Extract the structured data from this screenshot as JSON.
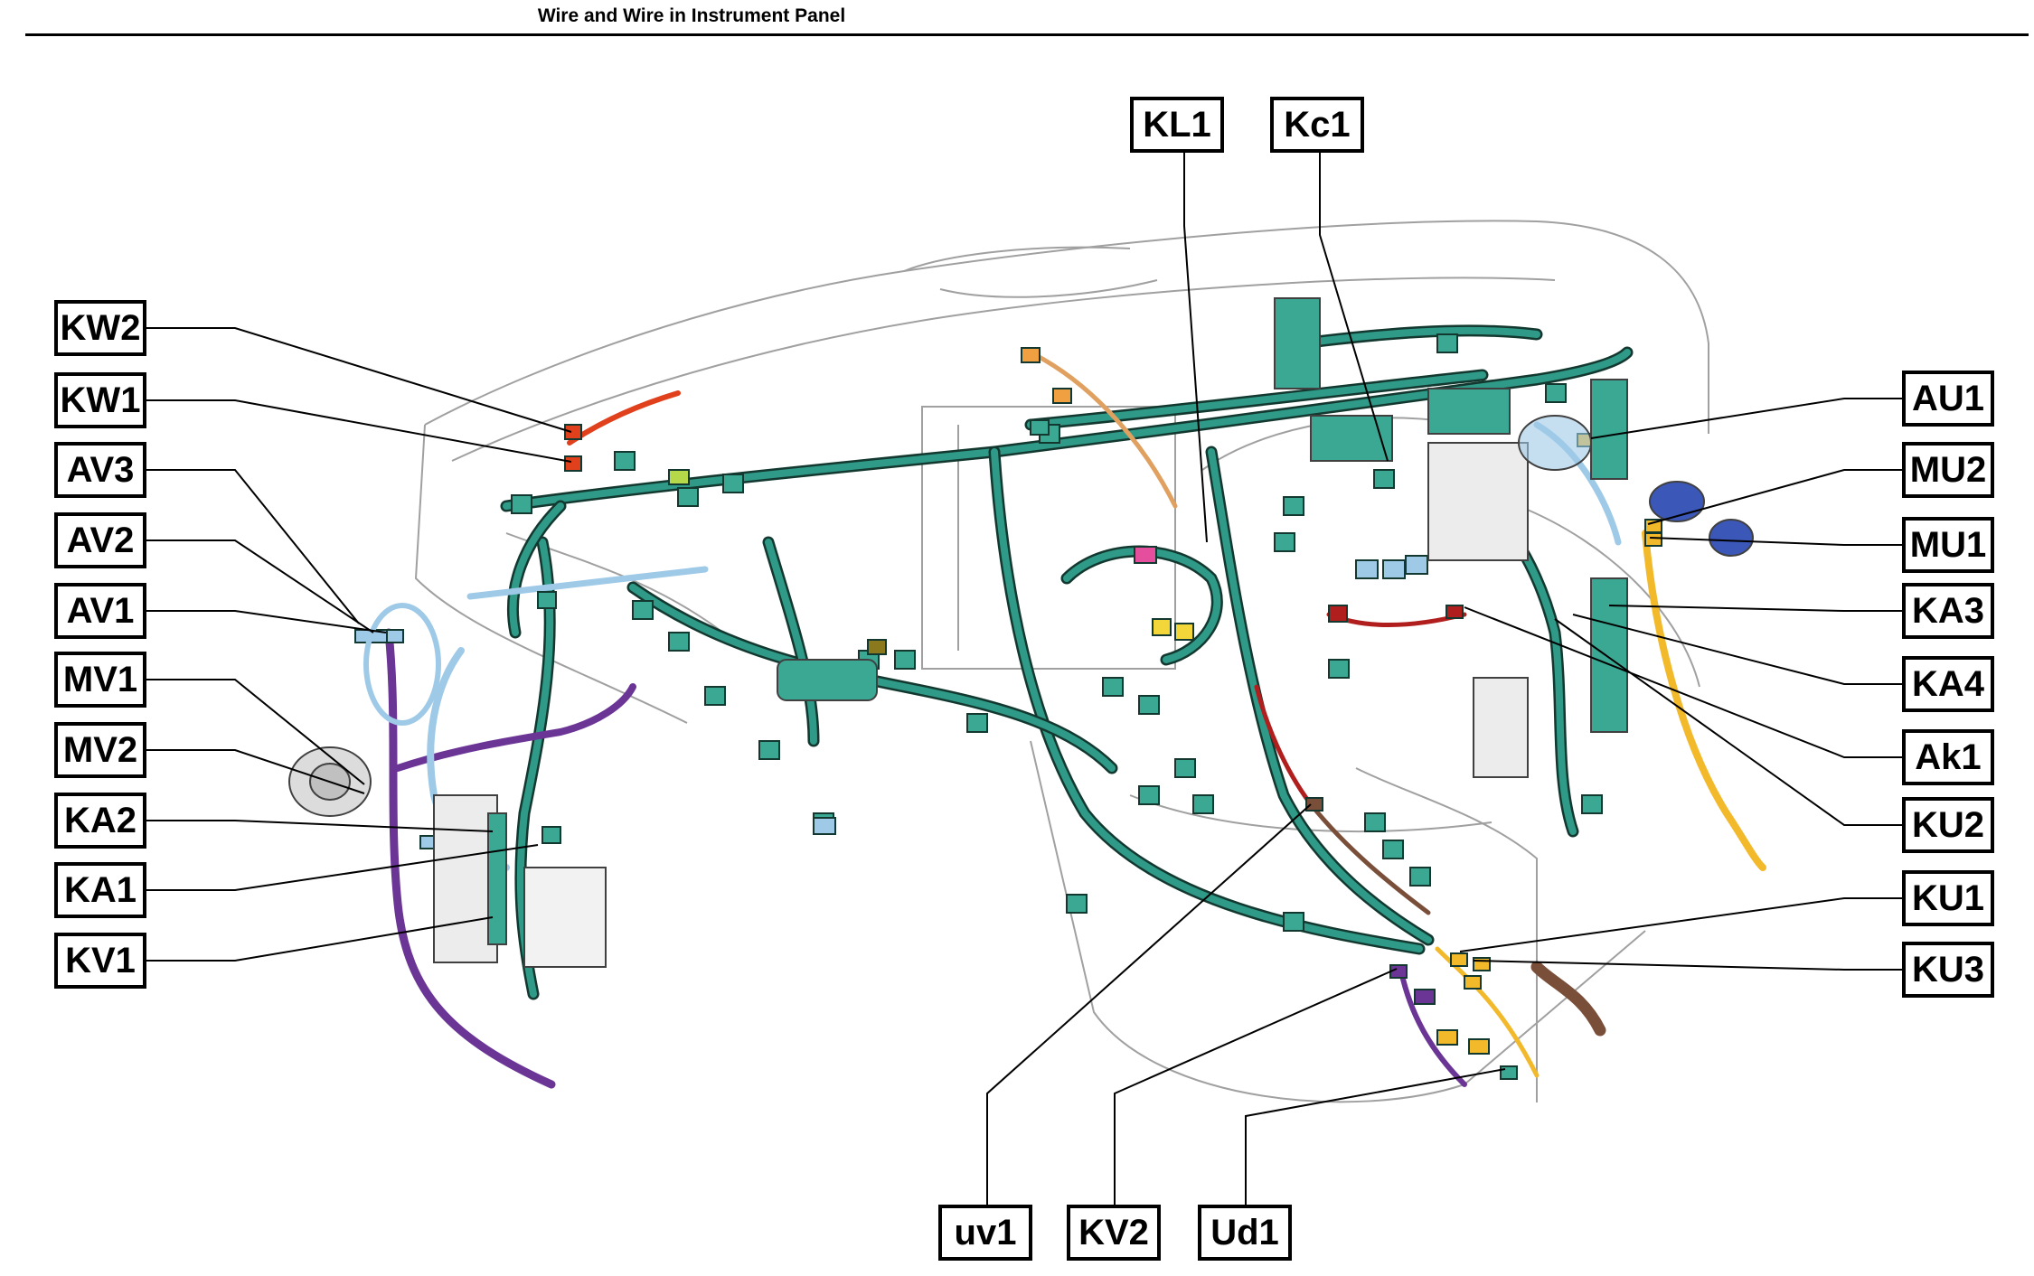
{
  "title": "Wire and Wire in Instrument Panel",
  "colors": {
    "harness_main": "#2f9a88",
    "harness_outline": "#13382f",
    "connector_fill": "#3aa893",
    "light_blue": "#9ecae8",
    "purple": "#6b3596",
    "orange_red": "#e0401c",
    "yellow": "#f2b92b",
    "brown": "#7a4f3a",
    "blue": "#3b57b8",
    "dark_red": "#b01e1e",
    "pink": "#e44e9c",
    "dash_outline": "#a0a0a0",
    "leader_line": "#000000"
  },
  "labels": {
    "KW2": "KW2",
    "KW1": "KW1",
    "AV3": "AV3",
    "AV2": "AV2",
    "AV1": "AV1",
    "MV1": "MV1",
    "MV2": "MV2",
    "KA2": "KA2",
    "KA1": "KA1",
    "KV1": "KV1",
    "KL1": "KL1",
    "Kc1": "Kc1",
    "AU1": "AU1",
    "MU2": "MU2",
    "MU1": "MU1",
    "KA3": "KA3",
    "KA4": "KA4",
    "Ak1": "Ak1",
    "KU2": "KU2",
    "KU1": "KU1",
    "KU3": "KU3",
    "uv1": "uv1",
    "KV2": "KV2",
    "Ud1": "Ud1"
  }
}
